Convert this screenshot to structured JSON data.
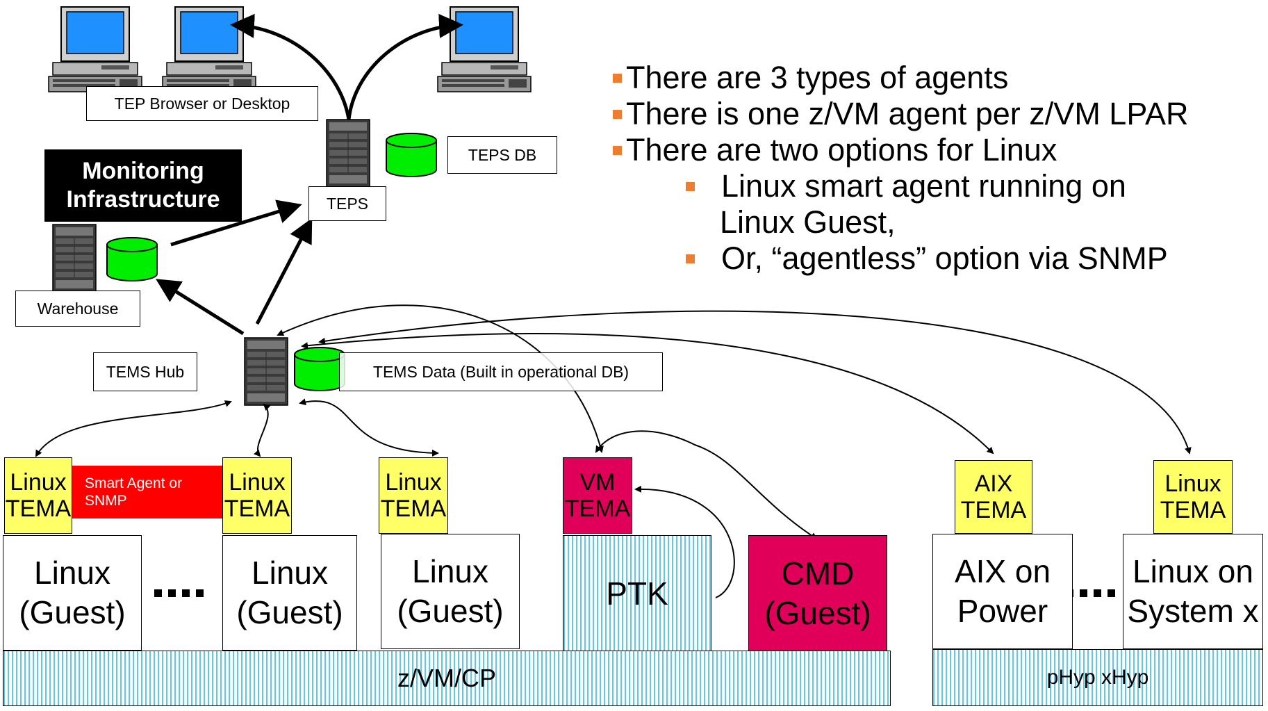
{
  "labels": {
    "tep_browser": "TEP Browser or Desktop",
    "teps": "TEPS",
    "teps_db": "TEPS DB",
    "monitoring_1": "Monitoring",
    "monitoring_2": "Infrastructure",
    "warehouse": "Warehouse",
    "tems_hub": "TEMS Hub",
    "tems_data": "TEMS Data (Built in operational DB)",
    "smart_agent_1": "Smart Agent or",
    "smart_agent_2": "SNMP"
  },
  "bullets": [
    "There are 3 types of agents",
    "There is one z/VM agent per z/VM LPAR",
    "There are two options for Linux"
  ],
  "sub_bullets": {
    "first": "Linux smart agent running on",
    "first_cont": "Linux Guest,",
    "second": "Or, “agentless” option via SNMP"
  },
  "tema": {
    "linux1": [
      "Linux",
      "TEMA"
    ],
    "linux2": [
      "Linux",
      "TEMA"
    ],
    "linux3": [
      "Linux",
      "TEMA"
    ],
    "vm": [
      "VM",
      "TEMA"
    ],
    "aix": [
      "AIX",
      "TEMA"
    ],
    "linux4": [
      "Linux",
      "TEMA"
    ]
  },
  "guests": {
    "g1": [
      "Linux",
      "(Guest)"
    ],
    "g2": [
      "Linux",
      "(Guest)"
    ],
    "g3": [
      "Linux",
      "(Guest)"
    ],
    "ptk": "PTK",
    "cmd": [
      "CMD",
      "(Guest)"
    ],
    "aix": [
      "AIX on",
      "Power"
    ],
    "sysx": [
      "Linux on",
      "System x"
    ]
  },
  "platforms": {
    "zvm": "z/VM/CP",
    "phyp": "pHyp xHyp"
  },
  "colors": {
    "tema_yellow": "#ffff66",
    "vm_magenta": "#e0005a",
    "smart_red": "#ff0000",
    "db_green": "#00ee00",
    "hatch_blue": "#5fc7e6",
    "bullet_orange": "#ed7d31",
    "monitor_blue": "#1e90ff"
  },
  "icons": [
    "computer-icon",
    "server-tower-icon",
    "database-cylinder-icon"
  ]
}
